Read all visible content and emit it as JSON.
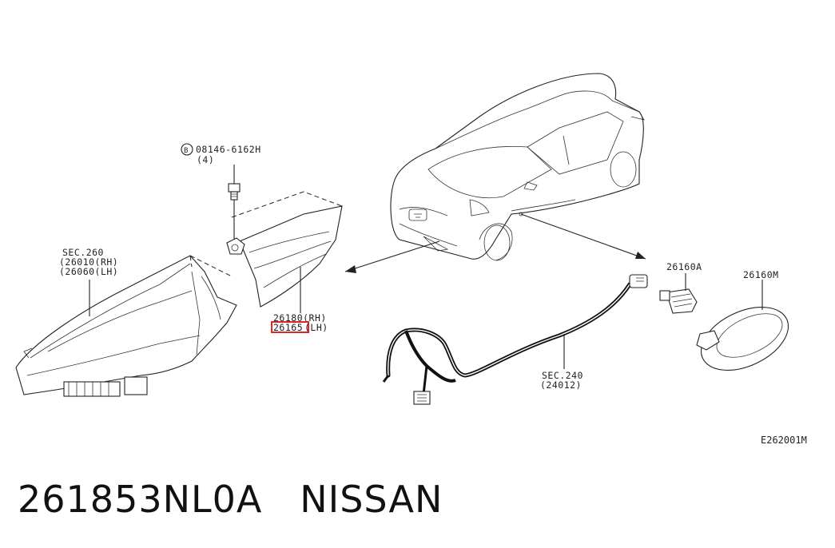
{
  "diagram": {
    "labels": {
      "bolt_part": "08146-6162H",
      "bolt_qty": "(4)",
      "bolt_marker": "B",
      "headlamp_sec": "SEC.260",
      "headlamp_rh": "(26010(RH)",
      "headlamp_lh": "(26060(LH)",
      "bracket_rh": "26180(RH)",
      "bracket_lh_num": "26165",
      "bracket_lh_suffix": "(LH)",
      "harness_sec": "SEC.240",
      "harness_num": "(24012)",
      "bulb": "26160A",
      "side_lamp": "26160M"
    },
    "diagram_code": "E262001M",
    "highlight_color": "#e0242c"
  },
  "caption": {
    "part_number": "261853NL0A",
    "brand": "NISSAN"
  }
}
